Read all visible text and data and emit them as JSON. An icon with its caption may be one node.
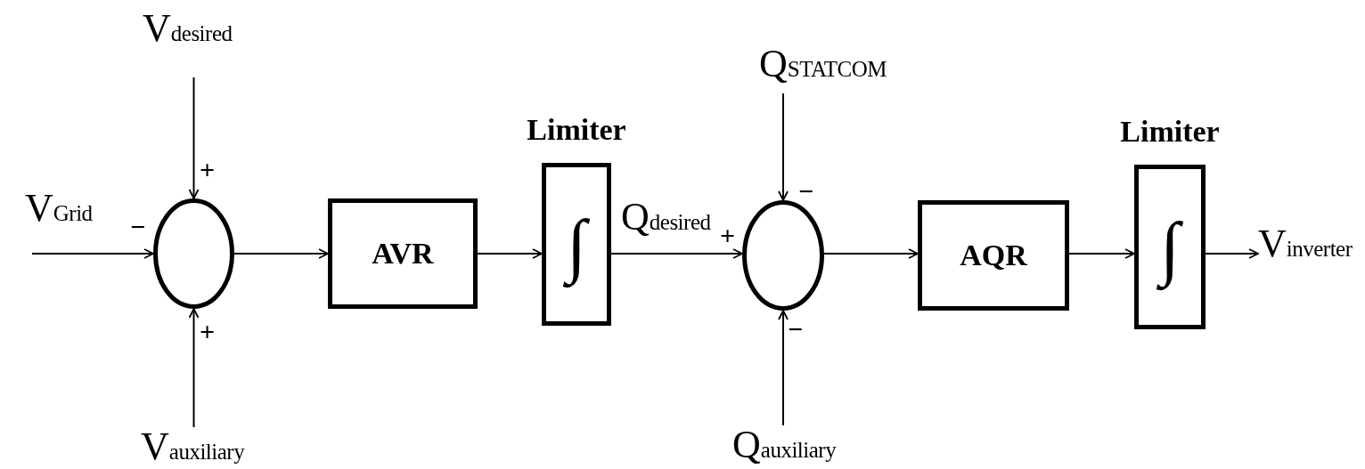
{
  "diagram": {
    "nodes": [
      {
        "text": [
          "V$_{Grid}$"
        ]
      },
      {
        "text": [
          "V$_{desired}$"
        ]
      },
      {
        "text": [
          "V$_{auxiliary}$"
        ]
      },
      {
        "text": [],
        "shape": "circle"
      },
      {
        "text": [
          "AVR"
        ]
      },
      {
        "text": [
          "Limiter",
          "∫"
        ]
      },
      {
        "text": [
          "Q$_{STATCOM}$"
        ]
      },
      {
        "text": [
          "Q$_{auxiliary}$"
        ]
      },
      {
        "text": [],
        "shape": "circle"
      },
      {
        "text": [
          "AQR"
        ]
      },
      {
        "text": [
          "Limiter",
          "∫"
        ]
      },
      {
        "text": [
          "V$_{inverter}$"
        ]
      }
    ],
    "edges": [
      {
        "from": 0,
        "to": 3,
        "arrow": "to"
      },
      {
        "from": 1,
        "to": 3,
        "arrow": "to"
      },
      {
        "from": 2,
        "to": 3,
        "arrow": "to"
      },
      {
        "from": 3,
        "to": 4,
        "arrow": "to"
      },
      {
        "from": 4,
        "to": 5,
        "arrow": "to"
      },
      {
        "from": 5,
        "to": 8,
        "arrow": "to",
        "label": "Q$_{desired}$"
      },
      {
        "from": 6,
        "to": 8,
        "arrow": "to"
      },
      {
        "from": 7,
        "to": 8,
        "arrow": "to"
      },
      {
        "from": 8,
        "to": 9,
        "arrow": "to"
      },
      {
        "from": 9,
        "to": 10,
        "arrow": "to"
      },
      {
        "from": 10,
        "to": 11,
        "arrow": "to"
      }
    ],
    "labels": [
      "−",
      "+",
      "+",
      "+",
      "−",
      "−"
    ]
  }
}
